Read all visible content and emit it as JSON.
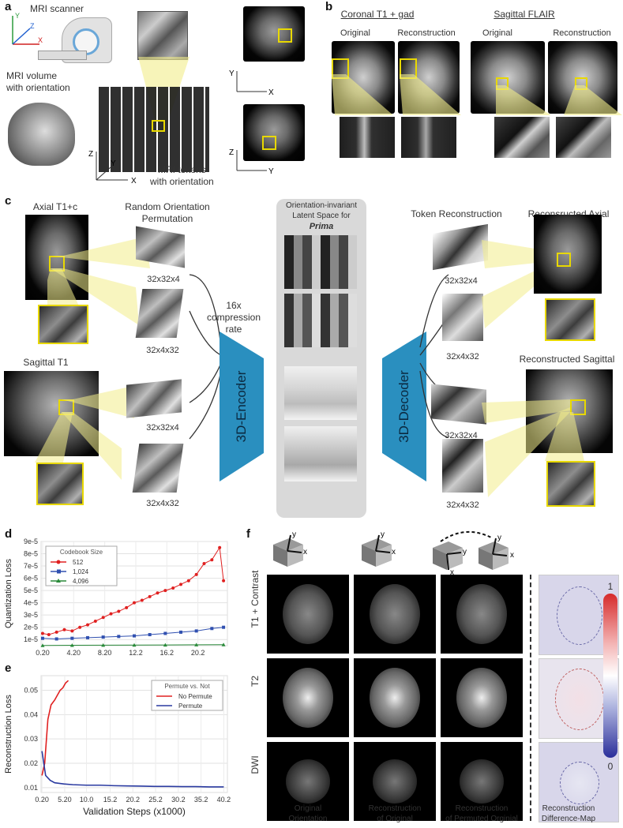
{
  "panels": {
    "a": {
      "letter": "a",
      "scanner_label": "MRI scanner",
      "volume_label": "MRI volume\nwith orientation",
      "tokens_label": "MRI tokens\nwith orientation",
      "axes_xyz": {
        "x": "X",
        "y": "Y",
        "z": "Z"
      },
      "axis_top": {
        "y": "Y",
        "z": "Z",
        "x": "X"
      },
      "axis_axial": {
        "y": "Y",
        "x": "X"
      },
      "axis_sagittal": {
        "z": "Z",
        "y": "Y"
      }
    },
    "b": {
      "letter": "b",
      "group1_title": "Coronal T1 + gad",
      "group2_title": "Sagittal FLAIR",
      "original": "Original",
      "reconstruction": "Reconstruction"
    },
    "c": {
      "letter": "c",
      "axial_label": "Axial T1+c",
      "sagittal_label": "Sagittal T1",
      "perm_label": "Random Orientation\nPermutation",
      "compression": "16x\ncompression\nrate",
      "encoder": "3D-Encoder",
      "decoder": "3D-Decoder",
      "latent_title": "Orientation-invariant\nLatent Space for",
      "latent_model": "Prima",
      "token_recon": "Token Reconstruction",
      "recon_axial": "Reconsructed Axial",
      "recon_sagittal": "Reconstructed Sagittal",
      "dims_a": "32x32x4",
      "dims_b": "32x4x32"
    },
    "d": {
      "letter": "d"
    },
    "e": {
      "letter": "e"
    },
    "f": {
      "letter": "f",
      "rows": [
        "T1 + Contrast",
        "T2",
        "DWI"
      ],
      "cols": [
        "Original\nOrientation",
        "Reconstruction\nof Original",
        "Reconstruction\nof Permuted Orginial",
        "Reconstruction\nDifference-Map"
      ],
      "cbar_max": "1",
      "cbar_min": "0",
      "axis_y": "y",
      "axis_x": "x"
    }
  },
  "chart_data": [
    {
      "type": "scatter",
      "panel": "d",
      "ylabel": "Quantization Loss",
      "xlabel": "",
      "legend_title": "Codebook Size",
      "legend_position": "top-left",
      "grid": true,
      "x_ticks": [
        "0.20",
        "4.20",
        "8.20",
        "12.2",
        "16.2",
        "20.2"
      ],
      "y_ticks": [
        "1e-5",
        "2e-5",
        "3e-5",
        "4e-5",
        "5e-5",
        "6e-5",
        "7e-5",
        "8e-5",
        "9e-5"
      ],
      "ylim": [
        5e-06,
        9e-05
      ],
      "xlim": [
        0,
        24
      ],
      "series": [
        {
          "name": "512",
          "color": "#e02020",
          "marker": "circle",
          "x": [
            0.2,
            1,
            2,
            3,
            4,
            5,
            6,
            7,
            8,
            9,
            10,
            11,
            12,
            13,
            14,
            15,
            16,
            17,
            18,
            19,
            20,
            21,
            22,
            23,
            23.5
          ],
          "y": [
            1.5e-05,
            1.4e-05,
            1.6e-05,
            1.8e-05,
            1.7e-05,
            2e-05,
            2.2e-05,
            2.5e-05,
            2.8e-05,
            3.1e-05,
            3.3e-05,
            3.6e-05,
            4e-05,
            4.2e-05,
            4.5e-05,
            4.8e-05,
            5e-05,
            5.2e-05,
            5.5e-05,
            5.8e-05,
            6.3e-05,
            7.2e-05,
            7.5e-05,
            8.5e-05,
            5.8e-05
          ]
        },
        {
          "name": "1,024",
          "color": "#3050b0",
          "marker": "square",
          "x": [
            0.2,
            2,
            4,
            6,
            8,
            10,
            12,
            14,
            16,
            18,
            20,
            22,
            23.5
          ],
          "y": [
            1.1e-05,
            1.05e-05,
            1.1e-05,
            1.15e-05,
            1.2e-05,
            1.25e-05,
            1.3e-05,
            1.4e-05,
            1.5e-05,
            1.6e-05,
            1.7e-05,
            1.9e-05,
            2e-05
          ]
        },
        {
          "name": "4,096",
          "color": "#2a8a3a",
          "marker": "triangle",
          "x": [
            0.2,
            4,
            8,
            12,
            16,
            20,
            23.5
          ],
          "y": [
            5.2e-06,
            5.3e-06,
            5.4e-06,
            5.5e-06,
            5.6e-06,
            5.7e-06,
            5.8e-06
          ]
        }
      ]
    },
    {
      "type": "line",
      "panel": "e",
      "ylabel": "Reconstruction Loss",
      "xlabel": "Validation Steps (x1000)",
      "legend_title": "Permute vs. Not",
      "legend_position": "top-right",
      "grid": true,
      "x_ticks": [
        "0.20",
        "5.20",
        "10.0",
        "15.2",
        "20.2",
        "25.2",
        "30.2",
        "35.2",
        "40.2"
      ],
      "y_ticks": [
        "0.01",
        "0.02",
        "0.03",
        "0.04",
        "0.05"
      ],
      "ylim": [
        0.008,
        0.056
      ],
      "xlim": [
        0,
        41
      ],
      "series": [
        {
          "name": "No Permute",
          "color": "#e02020",
          "x": [
            0.2,
            0.8,
            1.5,
            2.2,
            3,
            3.6,
            4.2,
            4.8,
            5.4,
            6
          ],
          "y": [
            0.015,
            0.02,
            0.038,
            0.044,
            0.046,
            0.048,
            0.05,
            0.051,
            0.053,
            0.054
          ]
        },
        {
          "name": "Permute",
          "color": "#2a3aa0",
          "x": [
            0.2,
            1,
            2,
            3,
            5,
            7,
            10,
            13,
            16,
            19,
            22,
            25,
            28,
            31,
            34,
            37,
            40.2
          ],
          "y": [
            0.025,
            0.015,
            0.013,
            0.012,
            0.0115,
            0.0112,
            0.011,
            0.011,
            0.0108,
            0.0107,
            0.0106,
            0.0105,
            0.0105,
            0.0104,
            0.0104,
            0.0103,
            0.0103
          ]
        }
      ]
    }
  ]
}
